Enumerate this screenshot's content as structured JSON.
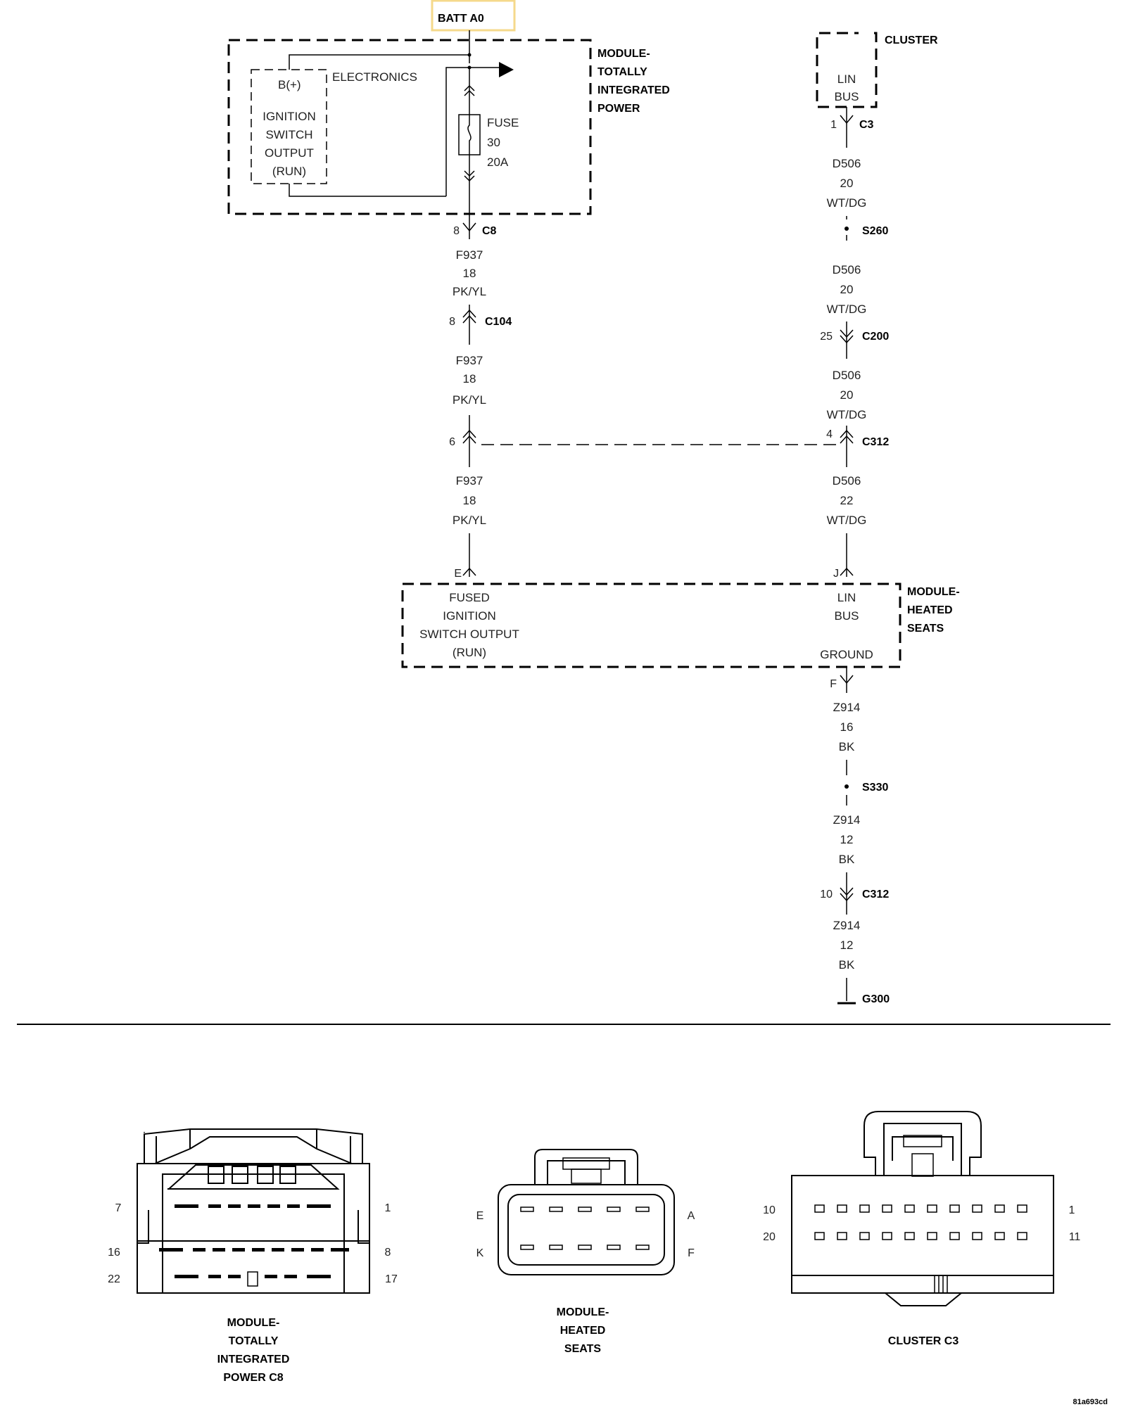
{
  "batt": {
    "label": "BATT A0",
    "highlight_color": "#f5d98b"
  },
  "tip": {
    "title": [
      "MODULE-",
      "TOTALLY",
      "INTEGRATED",
      "POWER"
    ],
    "b_plus": "B(+)",
    "electronics": "ELECTRONICS",
    "ign_switch": [
      "IGNITION",
      "SWITCH",
      "OUTPUT",
      "(RUN)"
    ],
    "fuse": [
      "FUSE",
      "30",
      "20A"
    ]
  },
  "cluster": {
    "title": "CLUSTER",
    "lin": [
      "LIN",
      "BUS"
    ]
  },
  "left_circuit": {
    "c8": {
      "pin": "8",
      "name": "C8"
    },
    "wire1": [
      "F937",
      "18",
      "PK/YL"
    ],
    "c104": {
      "pin": "8",
      "name": "C104"
    },
    "wire2": [
      "F937",
      "18",
      "PK/YL"
    ],
    "c312": {
      "pin": "6"
    },
    "wire3": [
      "F937",
      "18",
      "PK/YL"
    ],
    "module_pin": "E"
  },
  "right_circuit": {
    "c3": {
      "pin": "1",
      "name": "C3"
    },
    "wire1": [
      "D506",
      "20",
      "WT/DG"
    ],
    "s260": "S260",
    "wire2": [
      "D506",
      "20",
      "WT/DG"
    ],
    "c200": {
      "pin": "25",
      "name": "C200"
    },
    "wire3": [
      "D506",
      "20",
      "WT/DG"
    ],
    "c312": {
      "pin": "4",
      "name": "C312"
    },
    "wire4": [
      "D506",
      "22",
      "WT/DG"
    ],
    "module_pin": "J"
  },
  "heated": {
    "title": [
      "MODULE-",
      "HEATED",
      "SEATS"
    ],
    "fused": [
      "FUSED",
      "IGNITION",
      "SWITCH OUTPUT",
      "(RUN)"
    ],
    "lin": [
      "LIN",
      "BUS"
    ],
    "ground": "GROUND"
  },
  "ground_circuit": {
    "pin_f": "F",
    "wire1": [
      "Z914",
      "16",
      "BK"
    ],
    "s330": "S330",
    "wire2": [
      "Z914",
      "12",
      "BK"
    ],
    "c312": {
      "pin": "10",
      "name": "C312"
    },
    "wire3": [
      "Z914",
      "12",
      "BK"
    ],
    "g300": "G300"
  },
  "connectors": {
    "tip_c8": {
      "title": [
        "MODULE-",
        "TOTALLY",
        "INTEGRATED",
        "POWER C8"
      ],
      "pins": [
        "7",
        "1",
        "16",
        "8",
        "22",
        "17"
      ]
    },
    "heated_seats": {
      "title": [
        "MODULE-",
        "HEATED",
        "SEATS"
      ],
      "pins": [
        "E",
        "A",
        "K",
        "F"
      ]
    },
    "cluster_c3": {
      "title": "CLUSTER C3",
      "pins": [
        "10",
        "1",
        "20",
        "11"
      ]
    }
  },
  "figure_id": "81a693cd"
}
